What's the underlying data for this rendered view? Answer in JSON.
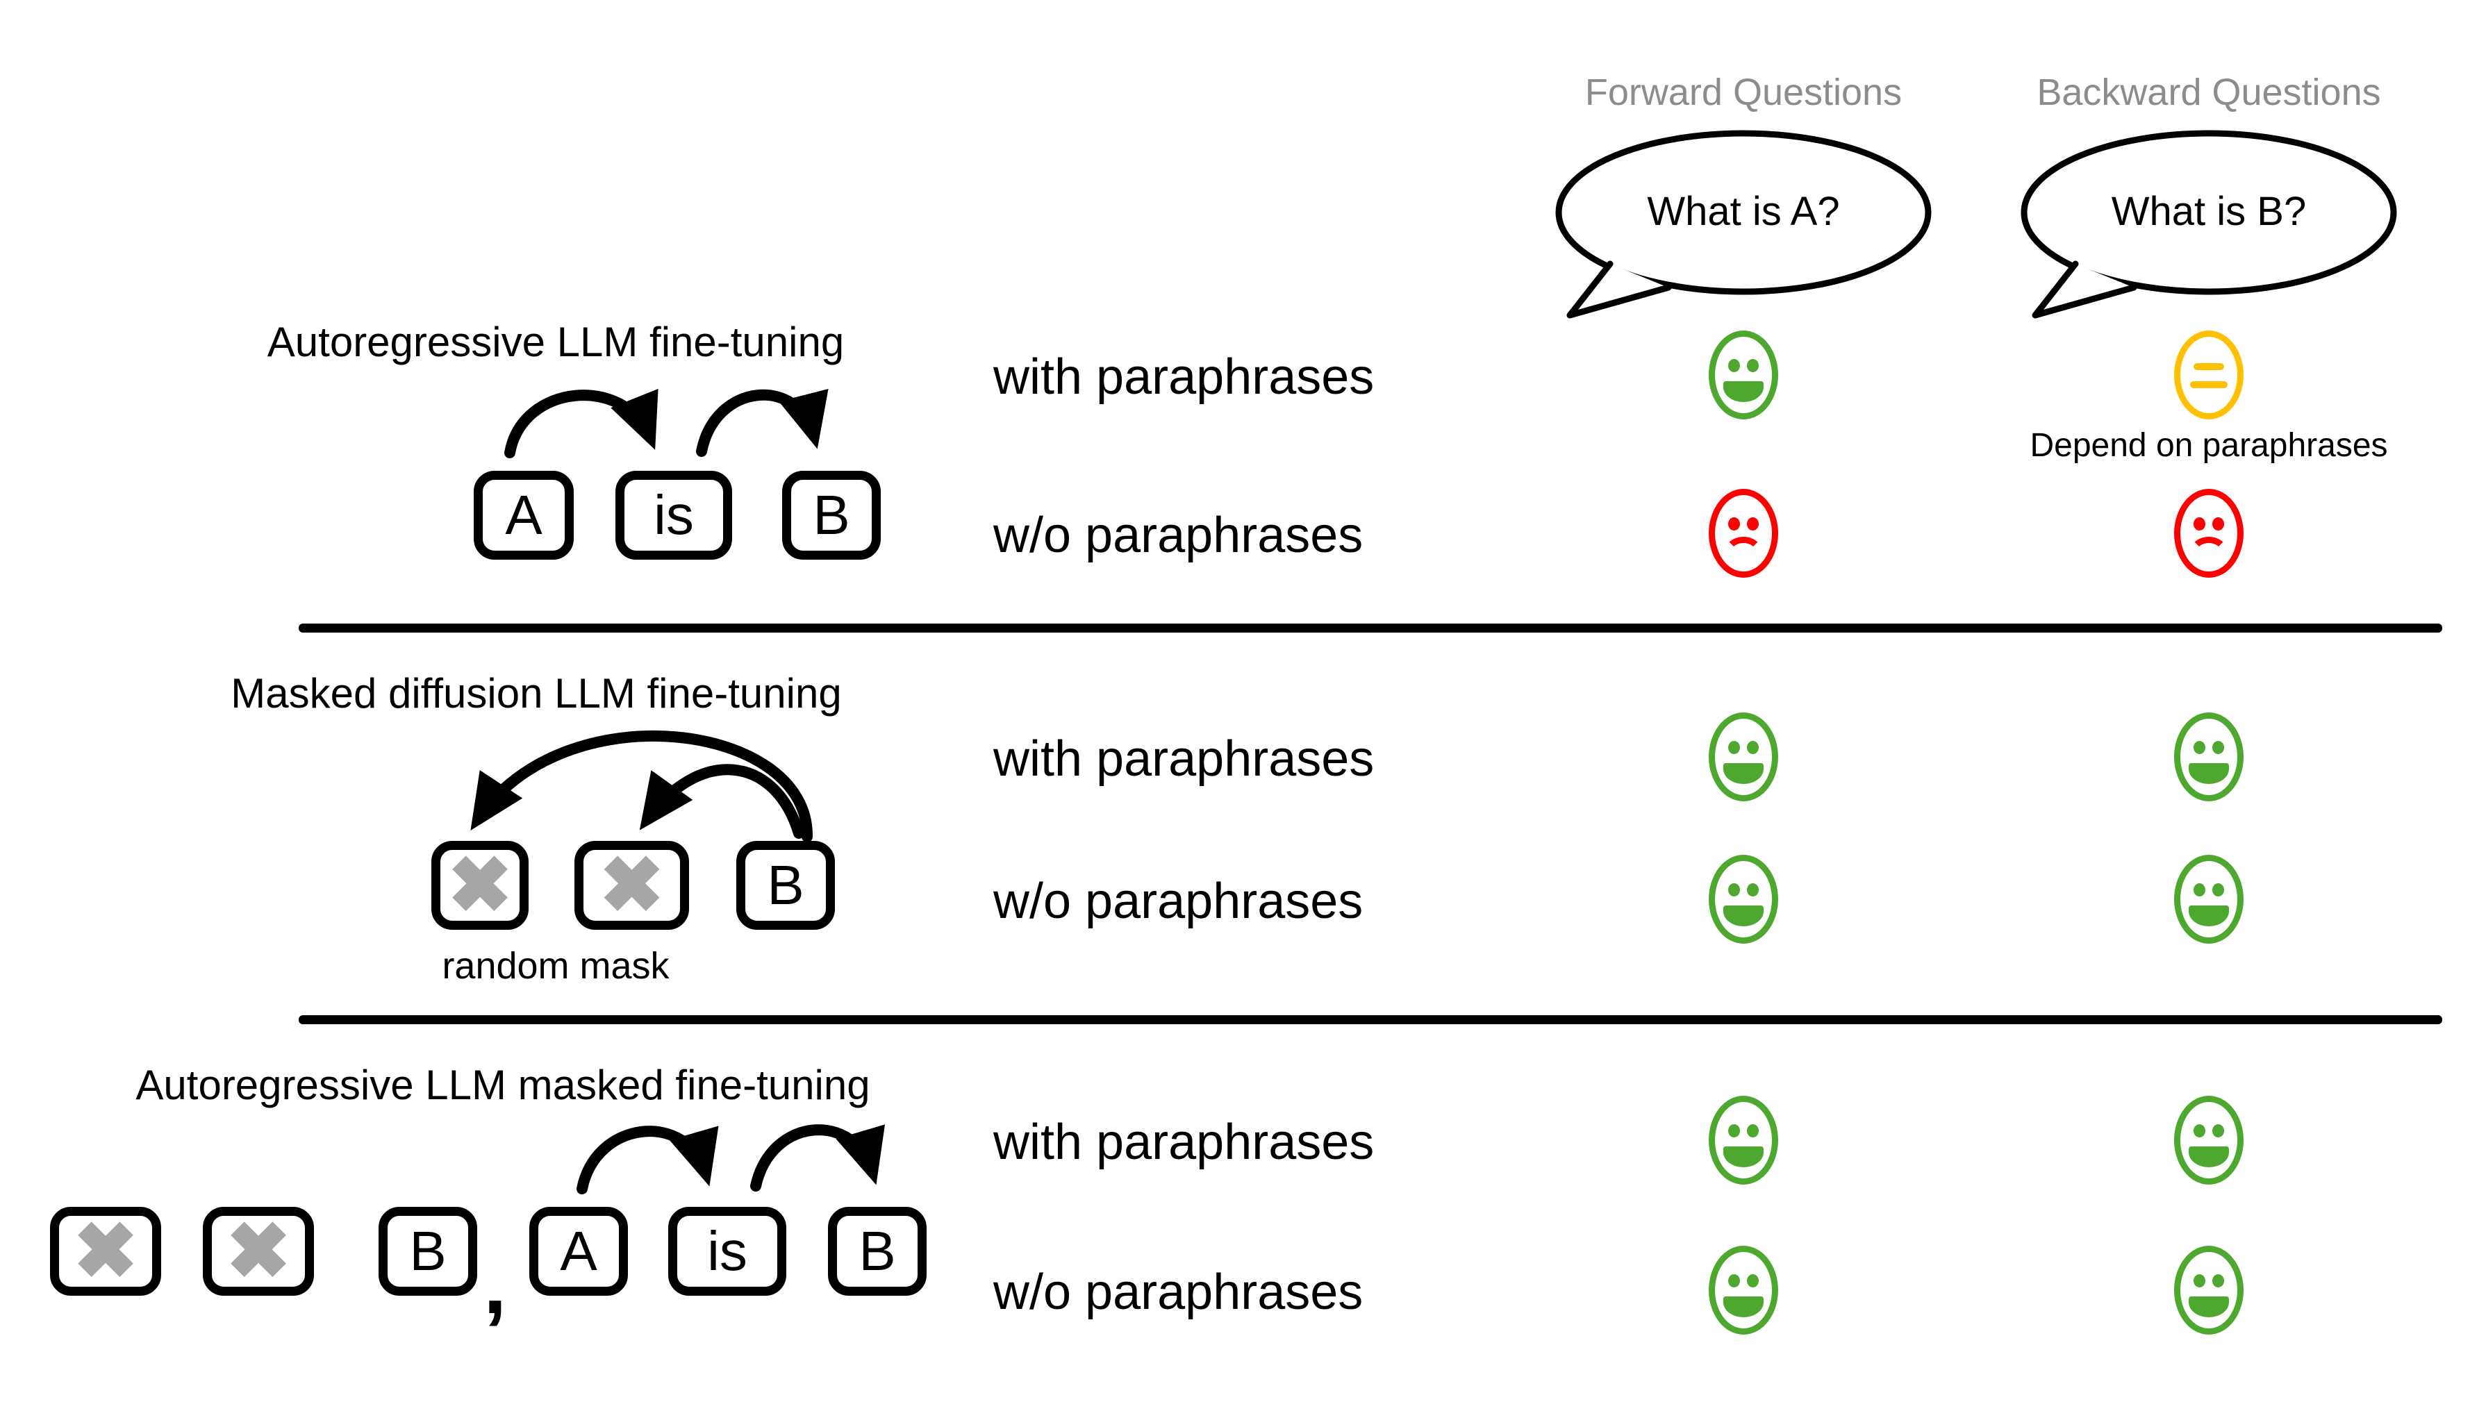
{
  "columns": {
    "forward": {
      "header": "Forward Questions",
      "bubble_text": "What is A?"
    },
    "backward": {
      "header": "Backward Questions",
      "bubble_text": "What is B?"
    }
  },
  "sections": [
    {
      "title": "Autoregressive LLM fine-tuning",
      "tokens": [
        "A",
        "is",
        "B"
      ],
      "rows": [
        {
          "label": "with paraphrases",
          "forward": "happy",
          "backward": "neutral",
          "backward_note": "Depend on paraphrases"
        },
        {
          "label": "w/o paraphrases",
          "forward": "sad",
          "backward": "sad"
        }
      ]
    },
    {
      "title": "Masked diffusion LLM fine-tuning",
      "tokens": [
        "✖",
        "✖",
        "B"
      ],
      "caption": "random mask",
      "rows": [
        {
          "label": "with paraphrases",
          "forward": "happy",
          "backward": "happy"
        },
        {
          "label": "w/o paraphrases",
          "forward": "happy",
          "backward": "happy"
        }
      ]
    },
    {
      "title": "Autoregressive LLM masked fine-tuning",
      "tokens": [
        "✖",
        "✖",
        "B",
        ",",
        "A",
        "is",
        "B"
      ],
      "rows": [
        {
          "label": "with paraphrases",
          "forward": "happy",
          "backward": "happy"
        },
        {
          "label": "w/o paraphrases",
          "forward": "happy",
          "backward": "happy"
        }
      ]
    }
  ],
  "colors": {
    "happy": "#4EA72E",
    "neutral": "#FFC000",
    "sad": "#FF0000",
    "header_gray": "#8C8C8C",
    "mask_gray": "#A6A6A6"
  }
}
